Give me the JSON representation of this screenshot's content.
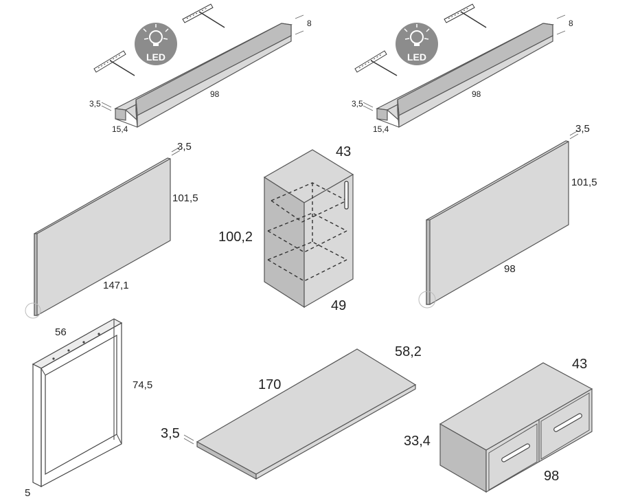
{
  "led_label": "LED",
  "shelf_left": {
    "depth": "15,4",
    "thickness": "3,5",
    "length": "98",
    "height": "8"
  },
  "shelf_right": {
    "depth": "15,4",
    "thickness": "3,5",
    "length": "98",
    "height": "8"
  },
  "panel_left": {
    "thickness": "3,5",
    "height": "101,5",
    "width": "147,1"
  },
  "cabinet": {
    "depth": "43",
    "height": "100,2",
    "width": "49"
  },
  "panel_right": {
    "thickness": "3,5",
    "height": "101,5",
    "width": "98"
  },
  "leg_frame": {
    "width": "56",
    "height": "74,5",
    "profile": "5"
  },
  "desk_top": {
    "length": "170",
    "depth": "58,2",
    "thickness": "3,5"
  },
  "drawer_unit": {
    "depth": "43",
    "height": "33,4",
    "width": "98"
  },
  "colors": {
    "panel_fill": "#d9d9d9",
    "edge": "#555555",
    "led_badge": "#8c8c8c"
  }
}
